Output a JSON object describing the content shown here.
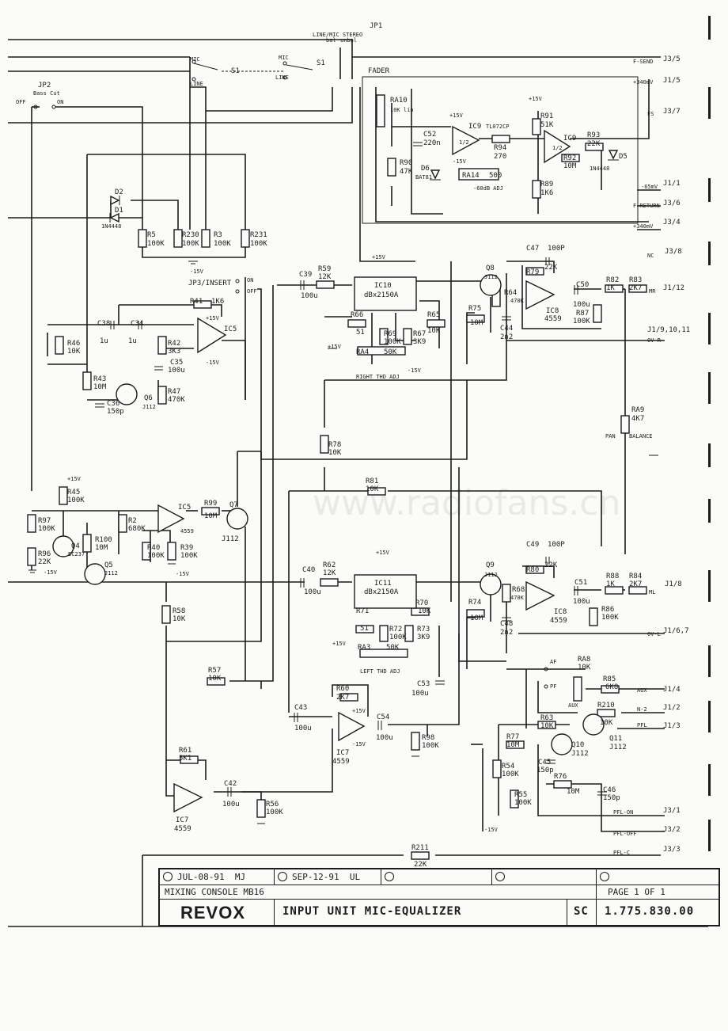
{
  "title_block": {
    "rev1_date": "JUL-08-91",
    "rev1_initials": "MJ",
    "rev2_date": "SEP-12-91",
    "rev2_initials": "UL",
    "project": "MIXING CONSOLE MB16",
    "page": "PAGE 1 OF 1",
    "brand": "REVOX",
    "title": "INPUT UNIT MIC-EQUALIZER",
    "code": "SC",
    "part_number": "1.775.830.00"
  },
  "watermark": "www.radiofans.cn",
  "connectors": {
    "j3_5": "J3/5",
    "f_send": "F-SEND",
    "j1_5": "J1/5",
    "plus_340_1": "+340mV",
    "j3_7": "J3/7",
    "fs": "FS",
    "j1_1": "J1/1",
    "minus_65": "-65mV",
    "j3_6": "J3/6",
    "f_return": "F-RETURN",
    "j3_4": "J3/4",
    "plus_340_2": "+340mV",
    "j3_8": "J3/8",
    "nc": "NC",
    "j1_12": "J1/12",
    "mr": "MR",
    "j1_9": "J1/9,10,11",
    "ov_r": "0V-R",
    "j1_8": "J1/8",
    "ml": "ML",
    "j1_67": "J1/6,7",
    "ov_l": "0V-L",
    "j1_4": "J1/4",
    "aux": "AUX",
    "j1_2": "J1/2",
    "n2": "N-2",
    "j1_3": "J1/3",
    "pfl": "PFL",
    "j3_1": "J3/1",
    "pfl_on": "PFL-ON",
    "j3_2": "J3/2",
    "pfl_off": "PFL-OFF",
    "j3_3": "J3/3",
    "pfl_c": "PFL-C"
  },
  "labels": {
    "jp1": "JP1",
    "linemic_stereo": "LINE/MIC STEREO",
    "bal": "bal",
    "unbal": "unbal",
    "mic1": "MIC",
    "mic2": "MIC",
    "s1a": "S1",
    "s1b": "S1",
    "line1": "LINE",
    "line2": "LINE",
    "jp2": "JP2",
    "bass_cut": "Bass Cut",
    "off": "OFF",
    "on": "ON",
    "fader": "FADER",
    "ra10": "RA10",
    "ra10v": "10K lin",
    "ic9a": "IC9",
    "tl072": "TL072CP",
    "ic9b": "IC9",
    "half1": "1/2",
    "half2": "1/2",
    "p15_ic9a": "+15V",
    "m15_ic9a": "-15V",
    "p15_ic9b": "+15V",
    "c52": "C52",
    "c52v": "220n",
    "r94": "R94",
    "r94v": "270",
    "r91": "R91",
    "r91v": "51K",
    "r93": "R93",
    "r93v": "22K",
    "d5": "D5",
    "d5v": "1N4448",
    "r90": "R90",
    "r90v": "47K",
    "d6": "D6",
    "d6v": "BAT81",
    "ra14": "RA14",
    "ra14v": "500",
    "adj60": "-60dB ADJ",
    "r92": "R92",
    "r92v": "10M",
    "r89": "R89",
    "r89v": "1K6",
    "d2": "D2",
    "d1": "D1",
    "d1v": "1N4448",
    "r5": "R5",
    "r5v": "100K",
    "r230": "R230",
    "r230v": "100K",
    "r3": "R3",
    "r3v": "100K",
    "r231": "R231",
    "r231v": "100K",
    "m15a": "-15V",
    "jp3": "JP3/INSERT",
    "on3": "ON",
    "off3": "OFF",
    "c39": "C39",
    "c39v": "100u",
    "r59": "R59",
    "r59v": "12K",
    "ic10": "IC10",
    "ic10v": "dBx2150A",
    "p15_ic10": "+15V",
    "r66": "R66",
    "r66v": "51",
    "r69": "R69",
    "r69v": "100K",
    "r67": "R67",
    "r67v": "3K9",
    "r65": "R65",
    "r65v": "10K",
    "ra4": "RA4",
    "ra4v": "50K",
    "p15_ra4": "+15V",
    "m15_ra4": "-15V",
    "right_thd": "RIGHT THD ADJ",
    "c47": "C47",
    "c47v": "100P",
    "r79": "R79",
    "r79v": "22K",
    "q8": "Q8",
    "q8v": "J112",
    "r64": "R64",
    "r64v": "470K",
    "ic8a": "IC8",
    "ic8av": "4559",
    "r75": "R75",
    "r75v": "10M",
    "c44": "C44",
    "c44v": "2n2",
    "c50": "C50",
    "c50v": "100u",
    "r82": "R82",
    "r82v": "1K",
    "r83": "R83",
    "r83v": "2K7",
    "r87": "R87",
    "r87v": "100K",
    "r41": "R41",
    "r41v": "1K6",
    "c38": "C38",
    "c38v": "1u",
    "c34": "C34",
    "c34v": "1u",
    "r46": "R46",
    "r46v": "10K",
    "r42": "R42",
    "r42v": "3K3",
    "ic5a": "IC5",
    "p15_ic5a": "+15V",
    "m15_ic5a": "-15V",
    "c35": "C35",
    "c35v": "100u",
    "r43": "R43",
    "r43v": "10M",
    "c36": "C36",
    "c36v": "150p",
    "q6": "Q6",
    "q6v": "J112",
    "r47": "R47",
    "r47v": "470K",
    "ra9": "RA9",
    "ra9v": "4K7",
    "pan": "PAN",
    "balance": "BALANCE",
    "r78": "R78",
    "r78v": "10K",
    "r81": "R81",
    "r81v": "10K",
    "p15_r45": "+15V",
    "r45": "R45",
    "r45v": "100K",
    "r97": "R97",
    "r97v": "100K",
    "r2": "R2",
    "r2v": "680K",
    "ic5b": "IC5",
    "ic5bv": "4559",
    "r99": "R99",
    "r99v": "10M",
    "q7": "Q7",
    "q7v": "J112",
    "r100": "R100",
    "r100v": "10M",
    "r96": "R96",
    "r96v": "22K",
    "q4": "Q4",
    "q4v": "BC237",
    "q5": "Q5",
    "q5v": "J112",
    "m15_q": "-15V",
    "r40": "R40",
    "r40v": "100K",
    "r39": "R39",
    "r39v": "100K",
    "m15_r39": "-15V",
    "c40": "C40",
    "c40v": "100u",
    "r62": "R62",
    "r62v": "12K",
    "ic11": "IC11",
    "ic11v": "dBx2150A",
    "p15_ic11": "+15V",
    "c49": "C49",
    "c49v": "100P",
    "r80": "R80",
    "r80v": "22K",
    "q9": "Q9",
    "q9v": "J112",
    "r68": "R68",
    "r68v": "470K",
    "ic8b": "IC8",
    "ic8bv": "4559",
    "c51": "C51",
    "c51v": "100u",
    "r88": "R88",
    "r88v": "1K",
    "r84": "R84",
    "r84v": "2K7",
    "r86": "R86",
    "r86v": "100K",
    "r74": "R74",
    "r74v": "10M",
    "c48": "C48",
    "c48v": "2n2",
    "r71": "R71",
    "r71v": "51",
    "r72": "R72",
    "r72v": "100K",
    "r73": "R73",
    "r73v": "3K9",
    "r70": "R70",
    "r70v": "10K",
    "ra3": "RA3",
    "ra3v": "50K",
    "p15_ra3": "+15V",
    "left_thd": "LEFT THD ADJ",
    "c53": "C53",
    "c53v": "100u",
    "r58": "R58",
    "r58v": "10K",
    "r57": "R57",
    "r57v": "10K",
    "ra8": "RA8",
    "ra8v": "10K",
    "af": "AF",
    "pf": "PF",
    "auxsw": "AUX",
    "r85": "R85",
    "r85v": "6K8",
    "r210": "R210",
    "r210v": "10K",
    "r60": "R60",
    "r60v": "2K7",
    "c43": "C43",
    "c43v": "100u",
    "ic7a": "IC7",
    "ic7av": "4559",
    "p15_ic7a": "+15V",
    "m15_ic7a": "-15V",
    "c54": "C54",
    "c54v": "100u",
    "r98": "R98",
    "r98v": "100K",
    "r63": "R63",
    "r63v": "10K",
    "q11": "Q11",
    "q11v": "J112",
    "r77": "R77",
    "r77v": "10M",
    "q10": "Q10",
    "q10v": "J112",
    "c45": "C45",
    "c45v": "150p",
    "r54": "R54",
    "r54v": "100K",
    "r76": "R76",
    "r76v": "10M",
    "c46": "C46",
    "c46v": "150p",
    "r55": "R55",
    "r55v": "100K",
    "m15_r55": "-15V",
    "r61": "R61",
    "r61v": "5K1",
    "c42": "C42",
    "c42v": "100u",
    "r56": "R56",
    "r56v": "100K",
    "ic7b": "IC7",
    "ic7bv": "4559",
    "r211": "R211",
    "r211v": "22K"
  }
}
